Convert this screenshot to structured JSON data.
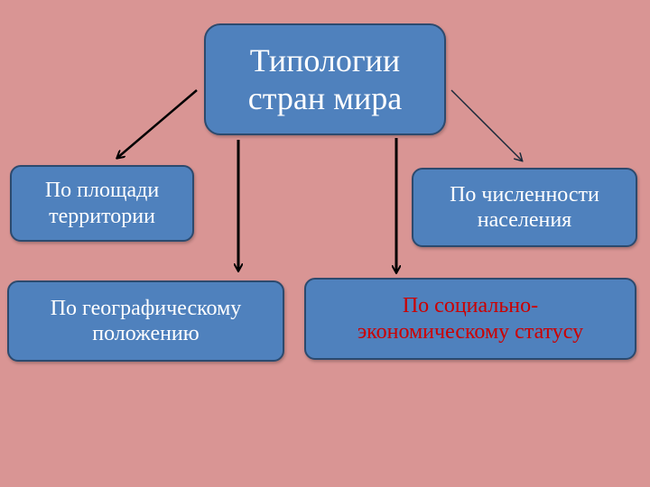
{
  "diagram": {
    "root": {
      "text": "Типологии\nстран мира"
    },
    "area": {
      "text": "По площади\nтерритории"
    },
    "population": {
      "text": "По численности\nнаселения"
    },
    "geo": {
      "text": "По географическому\nположению"
    },
    "social": {
      "text": "По социально-\nэкономическому статусу",
      "color": "#cc0000"
    }
  },
  "colors": {
    "background": "#d99594",
    "box_fill": "#4f81bd",
    "box_border": "#2c4a6e",
    "box_text": "#ffffff",
    "arrow": "#000000",
    "highlight_text": "#cc0000"
  }
}
